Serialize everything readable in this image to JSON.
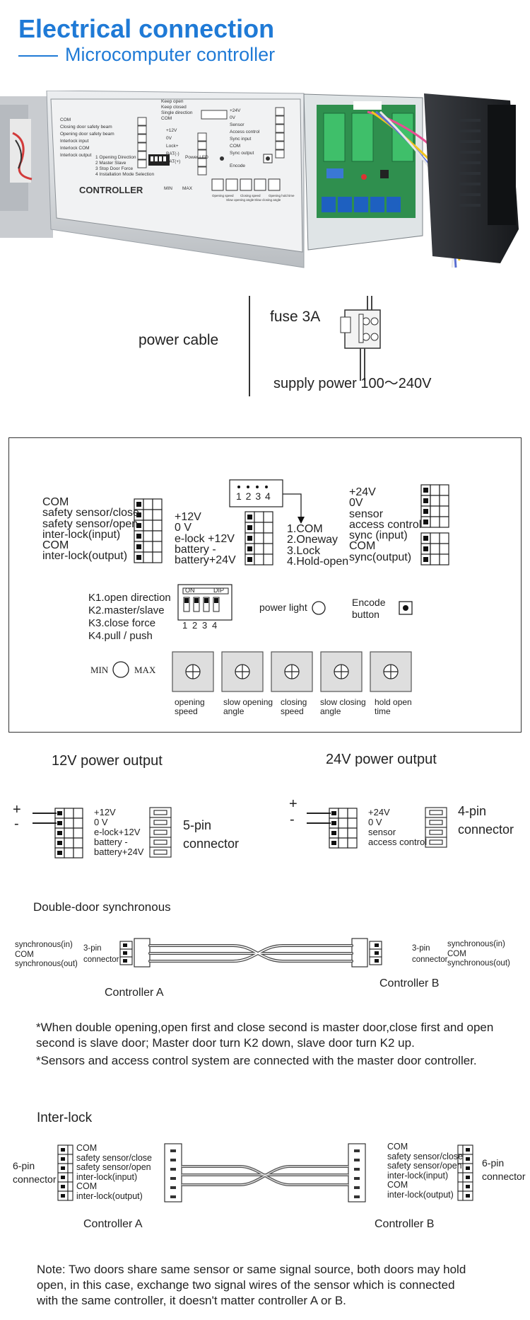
{
  "header": {
    "title": "Electrical connection",
    "subtitle": "Microcomputer controller"
  },
  "photo": {
    "left_labels": [
      "COM",
      "Closing door safety beam",
      "Opening door safety beam",
      "Interlock input",
      "Interlock COM",
      "Interlock output"
    ],
    "top_labels": [
      "Keep open",
      "Keep closed",
      "Single direction",
      "COM"
    ],
    "mid_labels": [
      "+12V",
      "0V",
      "Lock+",
      "BAT(-)",
      "BAT(+)"
    ],
    "right_labels": [
      "+24V",
      "0V",
      "Sensor",
      "Access control",
      "Sync input",
      "COM",
      "Sync output"
    ],
    "dip_labels": [
      "1 Opening Direction",
      "2 Master Slave",
      "3 Stop Door Force",
      "4 Installation Mode Selection"
    ],
    "controller": "CONTROLLER",
    "min": "MIN",
    "max": "MAX",
    "power_led": "Power LED",
    "encode": "Encode",
    "knobs": [
      "Opening speed",
      "Slow opening angle",
      "Closing speed",
      "Slow closing angle",
      "Opening hold time"
    ]
  },
  "power": {
    "cable": "power cable",
    "fuse": "fuse 3A",
    "supply": "supply power 100～240V"
  },
  "board": {
    "left_block": [
      "COM",
      "safety sensor/close",
      "safety sensor/open",
      "inter-lock(input)",
      "COM",
      "inter-lock(output)"
    ],
    "mid_block": [
      "+12V",
      "0 V",
      "e-lock +12V",
      "battery -",
      "battery+24V"
    ],
    "top_connector_nums": "1 2 3 4",
    "top_connector_funcs": [
      "1.COM",
      "2.Oneway",
      "3.Lock",
      "4.Hold-open"
    ],
    "right_block": [
      "+24V",
      "0V",
      "sensor",
      "access control",
      "sync (input)",
      "COM",
      "sync(output)"
    ],
    "dip_funcs": [
      "K1.open direction",
      "K2.master/slave",
      "K3.close force",
      "K4.pull / push"
    ],
    "dip_on": "ON",
    "dip_dip": "DIP",
    "dip_nums": [
      "1",
      "2",
      "3",
      "4"
    ],
    "power_light": "power light",
    "encode_button": "Encode button",
    "min": "MIN",
    "max": "MAX",
    "knobs": [
      "opening speed",
      "slow opening angle",
      "closing speed",
      "slow closing angle",
      "hold open time"
    ]
  },
  "out12": {
    "title": "12V power output",
    "plus": "+",
    "minus": "-",
    "labels": [
      "+12V",
      "0 V",
      "e-lock+12V",
      "battery -",
      "battery+24V"
    ],
    "connector": "5-pin connector"
  },
  "out24": {
    "title": "24V power output",
    "plus": "+",
    "minus": "-",
    "labels": [
      "+24V",
      "0 V",
      "sensor",
      "access control"
    ],
    "connector": "4-pin connector"
  },
  "sync": {
    "title": "Double-door synchronous",
    "left_labels": [
      "synchronous(in)",
      "COM",
      "synchronous(out)"
    ],
    "left_conn": "3-pin connector",
    "right_conn": "3-pin connector",
    "right_labels": [
      "synchronous(in)",
      "COM",
      "synchronous(out)"
    ],
    "a": "Controller A",
    "b": "Controller B",
    "note1": "*When double opening,open first and close second is master door,close first and open second is slave door; Master door turn K2 down, slave door turn K2 up.",
    "note2": "*Sensors and access control system are connected with the master door controller."
  },
  "interlock": {
    "title": "Inter-lock",
    "left_conn": "6-pin connector",
    "labels": [
      "COM",
      "safety sensor/close",
      "safety sensor/open",
      "inter-lock(input)",
      "COM",
      "inter-lock(output)"
    ],
    "right_conn": "6-pin connector",
    "a": "Controller A",
    "b": "Controller B",
    "note": "Note: Two doors share same sensor or same signal source, both doors may hold open, in this case, exchange two signal wires of the sensor which is connected with the same controller, it doesn't matter controller A or B."
  }
}
